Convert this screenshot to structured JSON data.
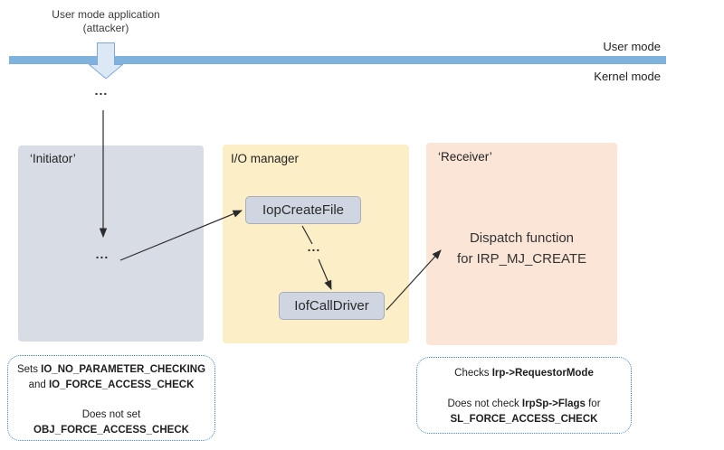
{
  "top": {
    "app_line1": "User mode application",
    "app_line2": "(attacker)",
    "ellipsis": "...",
    "user_mode": "User mode",
    "kernel_mode": "Kernel mode"
  },
  "boxes": {
    "initiator": {
      "label": "‘Initiator’",
      "ellipsis": "..."
    },
    "io_manager": {
      "label": "I/O manager",
      "node_iop": "IopCreateFile",
      "ellipsis": "...",
      "node_iof": "IofCallDriver"
    },
    "receiver": {
      "label": "‘Receiver’",
      "dispatch_line1": "Dispatch function",
      "dispatch_line2": "for IRP_MJ_CREATE"
    }
  },
  "callouts": {
    "initiator_note": {
      "seg_sets": "Sets ",
      "seg_flag1": "IO_NO_PARAMETER_CHECKING",
      "seg_and": "and ",
      "seg_flag2": "IO_FORCE_ACCESS_CHECK",
      "seg_doesnotset": "Does not set",
      "seg_flag3": "OBJ_FORCE_ACCESS_CHECK"
    },
    "receiver_note": {
      "seg_checks": "Checks ",
      "seg_field1": "Irp->RequestorMode",
      "seg_doesnotcheck": "Does not check ",
      "seg_field2": "IrpSp->Flags",
      "seg_for": " for",
      "seg_flag": "SL_FORCE_ACCESS_CHECK"
    }
  },
  "colors": {
    "bar": "#7FB2DC",
    "arrow-fill": "#DDE8F6",
    "arrow-stroke": "#7FA8D8",
    "initiator-box": "#D8DDE5",
    "io-manager-box": "#FCEFC7",
    "receiver-box": "#FAE5D7",
    "node-fill": "#CFD6E2",
    "node-border": "#A6ADBB",
    "callout-border": "#3E86C7",
    "connector": "#2B2B2B"
  }
}
